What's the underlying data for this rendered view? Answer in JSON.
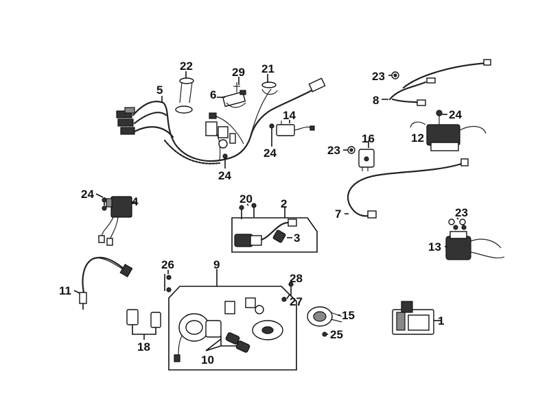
{
  "diagram": {
    "callouts": {
      "p1": "1",
      "p2": "2",
      "p3": "3",
      "p4": "4",
      "p5": "5",
      "p6": "6",
      "p7": "7",
      "p8": "8",
      "p9": "9",
      "p10": "10",
      "p11": "11",
      "p12": "12",
      "p13": "13",
      "p14": "14",
      "p15": "15",
      "p16": "16",
      "p18": "18",
      "p20": "20",
      "p21": "21",
      "p22": "22",
      "p23a": "23",
      "p23b": "23",
      "p23c": "23",
      "p24a": "24",
      "p24b": "24",
      "p24c": "24",
      "p24d": "24",
      "p25": "25",
      "p26": "26",
      "p27": "27",
      "p28": "28",
      "p29": "29"
    }
  }
}
